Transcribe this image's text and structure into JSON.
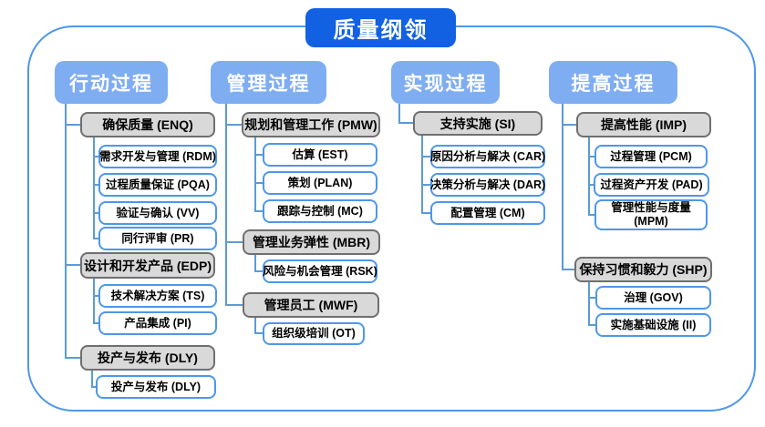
{
  "title": "质量纲领",
  "columns": [
    {
      "header": "行动过程",
      "groups": [
        {
          "parent": "确保质量 (ENQ)",
          "children": [
            "需求开发与管理 (RDM)",
            "过程质量保证 (PQA)",
            "验证与确认 (VV)",
            "同行评审 (PR)"
          ]
        },
        {
          "parent": "设计和开发产品 (EDP)",
          "children": [
            "技术解决方案 (TS)",
            "产品集成 (PI)"
          ]
        },
        {
          "parent": "投产与发布 (DLY)",
          "children": [
            "投产与发布 (DLY)"
          ]
        }
      ]
    },
    {
      "header": "管理过程",
      "groups": [
        {
          "parent": "规划和管理工作 (PMW)",
          "children": [
            "估算 (EST)",
            "策划 (PLAN)",
            "跟踪与控制 (MC)"
          ]
        },
        {
          "parent": "管理业务弹性 (MBR)",
          "children": [
            "风险与机会管理 (RSK)"
          ]
        },
        {
          "parent": "管理员工 (MWF)",
          "children": [
            "组织级培训 (OT)"
          ]
        }
      ]
    },
    {
      "header": "实现过程",
      "groups": [
        {
          "parent": "支持实施 (SI)",
          "children": [
            "原因分析与解决 (CAR)",
            "决策分析与解决 (DAR)",
            "配置管理 (CM)"
          ]
        }
      ]
    },
    {
      "header": "提高过程",
      "groups": [
        {
          "parent": "提高性能 (IMP)",
          "children": [
            "过程管理 (PCM)",
            "过程资产开发 (PAD)",
            "管理性能与度量 (MPM)"
          ]
        },
        {
          "parent": "保持习惯和毅力 (SHP)",
          "children": [
            "治理 (GOV)",
            "实施基础设施 (II)"
          ]
        }
      ]
    }
  ],
  "colors": {
    "title_bg": "#1261e3",
    "header_bg": "#7fadf2",
    "connector": "#5b9bd5",
    "grey_node_bg": "#d9d9d9",
    "grey_node_border": "#6f6f6f",
    "white_node_border": "#4e97ea",
    "frame_border": "#4e97ea"
  }
}
